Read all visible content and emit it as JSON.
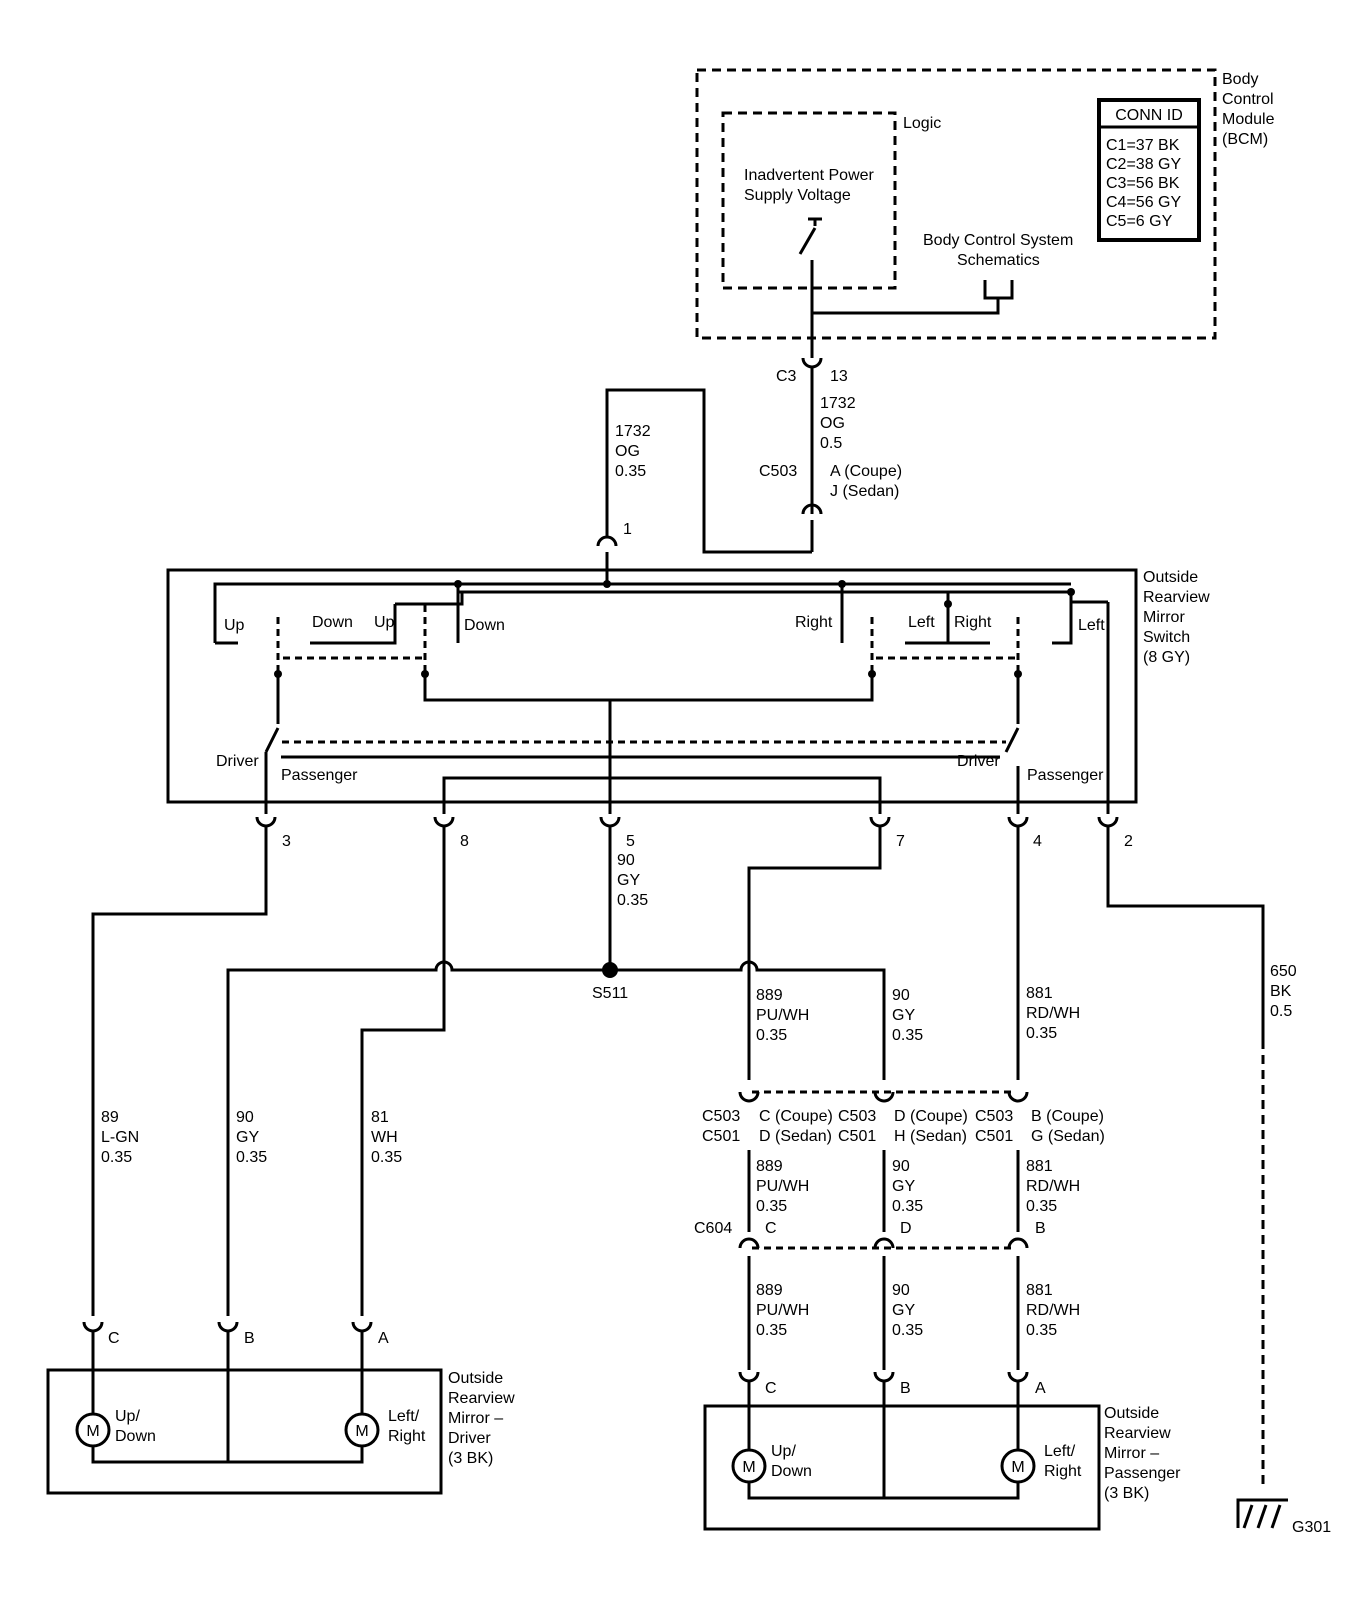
{
  "bcm": {
    "name": "Body Control Module (BCM)",
    "name_lines": [
      "Body",
      "Control",
      "Module",
      "(BCM)"
    ],
    "logic_label": "Logic",
    "inadvertent_lines": [
      "Inadvertent Power",
      "Supply Voltage"
    ],
    "schematics_lines": [
      "Body Control System",
      "Schematics"
    ],
    "conn_id_title": "CONN ID",
    "conn_ids": [
      "C1=37 BK",
      "C2=38 GY",
      "C3=56 BK",
      "C4=56 GY",
      "C5=6 GY"
    ]
  },
  "top_wiring": {
    "c3_label": "C3",
    "c3_pin": "13",
    "feed_right": [
      "1732",
      "OG",
      "0.5"
    ],
    "feed_left": [
      "1732",
      "OG",
      "0.35"
    ],
    "c503_label": "C503",
    "c503_pins": [
      "A (Coupe)",
      "J (Sedan)"
    ],
    "switch_pin_1": "1"
  },
  "mirror_switch": {
    "name_lines": [
      "Outside",
      "Rearview",
      "Mirror",
      "Switch",
      "(8 GY)"
    ],
    "contacts": {
      "up_left": "Up",
      "down_left": "Down",
      "up_mid": "Up",
      "down_mid": "Down",
      "right_mid": "Right",
      "left_mid": "Left",
      "right_right": "Right",
      "left_right": "Left"
    },
    "driver_left": "Driver",
    "passenger_left": "Passenger",
    "driver_right": "Driver",
    "passenger_right": "Passenger",
    "pins": [
      "3",
      "8",
      "5",
      "7",
      "4",
      "2"
    ]
  },
  "wires": {
    "pin5_wire": [
      "90",
      "GY",
      "0.35"
    ],
    "splice": "S511",
    "w889": [
      "889",
      "PU/WH",
      "0.35"
    ],
    "w90": [
      "90",
      "GY",
      "0.35"
    ],
    "w881": [
      "881",
      "RD/WH",
      "0.35"
    ],
    "w650": [
      "650",
      "BK",
      "0.5"
    ],
    "w89": [
      "89",
      "L-GN",
      "0.35"
    ],
    "w90_driver": [
      "90",
      "GY",
      "0.35"
    ],
    "w81": [
      "81",
      "WH",
      "0.35"
    ]
  },
  "passenger_connectors": {
    "c503_c501_labels": [
      "C503",
      "C501"
    ],
    "pin_c_lines": [
      "C (Coupe)",
      "D (Sedan)"
    ],
    "pin_d_lines": [
      "D (Coupe)",
      "H (Sedan)"
    ],
    "pin_b_lines": [
      "B (Coupe)",
      "G (Sedan)"
    ],
    "c604_label": "C604",
    "c604_pins": [
      "C",
      "D",
      "B"
    ],
    "mirror_pins": [
      "C",
      "B",
      "A"
    ]
  },
  "driver_mirror": {
    "pins": [
      "C",
      "B",
      "A"
    ],
    "motor_symbol": "M",
    "updown_lines": [
      "Up/",
      "Down"
    ],
    "leftright_lines": [
      "Left/",
      "Right"
    ],
    "name_lines": [
      "Outside",
      "Rearview",
      "Mirror –",
      "Driver",
      "(3 BK)"
    ]
  },
  "passenger_mirror": {
    "motor_symbol": "M",
    "updown_lines": [
      "Up/",
      "Down"
    ],
    "leftright_lines": [
      "Left/",
      "Right"
    ],
    "name_lines": [
      "Outside",
      "Rearview",
      "Mirror –",
      "Passenger",
      "(3 BK)"
    ]
  },
  "ground": "G301"
}
